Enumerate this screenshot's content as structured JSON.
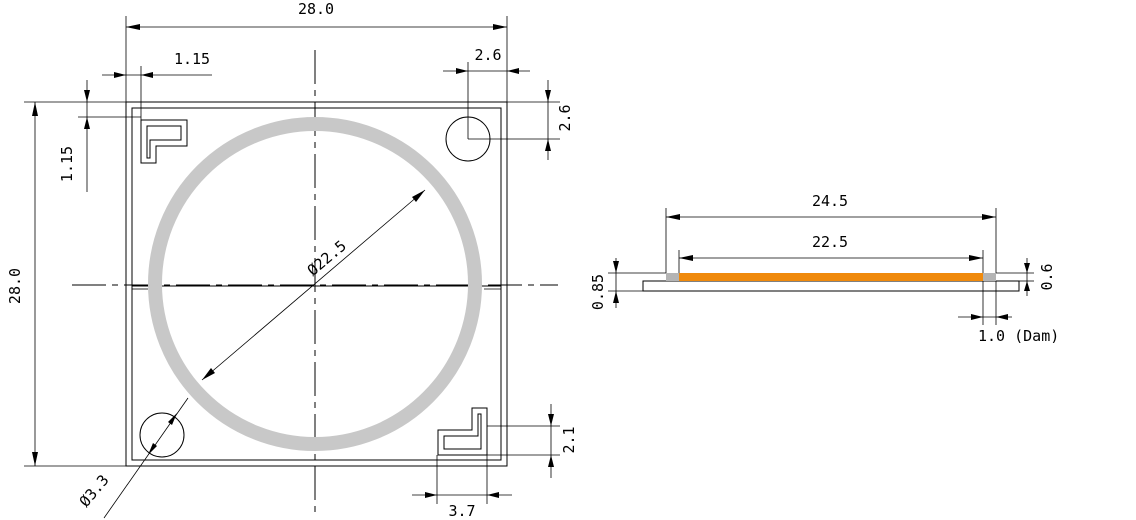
{
  "top_view": {
    "width_label": "28.0",
    "height_label": "28.0",
    "edge_offset_x_label": "1.15",
    "edge_offset_y_label": "1.15",
    "hole_offset_x_label": "2.6",
    "hole_offset_y_label": "2.6",
    "diameter_label": "Ø22.5",
    "hole_diameter_label": "Ø3.3",
    "mark_height_label": "2.1",
    "mark_width_label": "3.7"
  },
  "side_view": {
    "overall_label": "24.5",
    "emitter_label": "22.5",
    "substrate_thickness_label": "0.85",
    "emitter_thickness_label": "0.6",
    "dam_label": "1.0 (Dam)"
  },
  "colors": {
    "emitting_ring": "#c8c8c8",
    "phosphor": "#f08a0c",
    "dam": "#b4b4b4"
  }
}
